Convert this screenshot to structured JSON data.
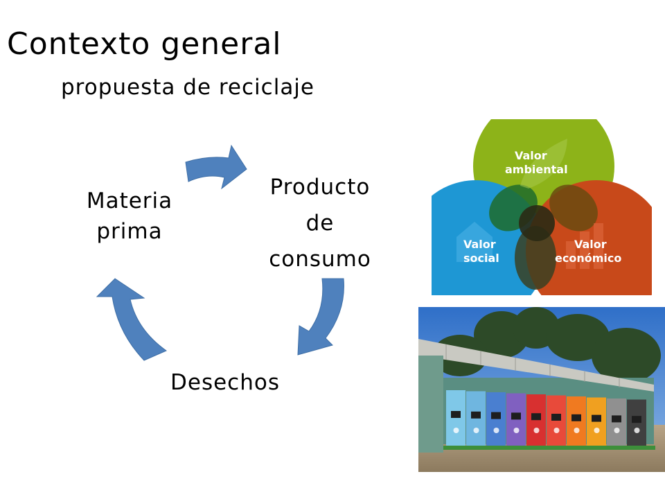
{
  "slide": {
    "title": "Contexto general",
    "subtitle": "propuesta de reciclaje"
  },
  "cycle": {
    "items": [
      {
        "label_lines": [
          "Producto",
          "de",
          "consumo"
        ]
      },
      {
        "label": "Desechos"
      },
      {
        "label_lines": [
          "Materia",
          "prima"
        ]
      }
    ],
    "arrow_color": "#4F81BD"
  },
  "venn": {
    "ambiental": {
      "label_lines": [
        "Valor",
        "ambiental"
      ],
      "color": "#8DB319",
      "icon": "leaf-icon"
    },
    "social": {
      "label_lines": [
        "Valor",
        "social"
      ],
      "color": "#1E97D4",
      "icon": "house-icon"
    },
    "economico": {
      "label_lines": [
        "Valor",
        "económico"
      ],
      "color": "#C8491A",
      "icon": "bar-chart-icon"
    }
  },
  "photo": {
    "subject": "recycling-center-building",
    "bin_colors": [
      "#7fc8e8",
      "#6fb6e0",
      "#4a7fd0",
      "#8060c0",
      "#d83030",
      "#e84a3a",
      "#f07a20",
      "#f0a020",
      "#909090",
      "#404040"
    ]
  }
}
